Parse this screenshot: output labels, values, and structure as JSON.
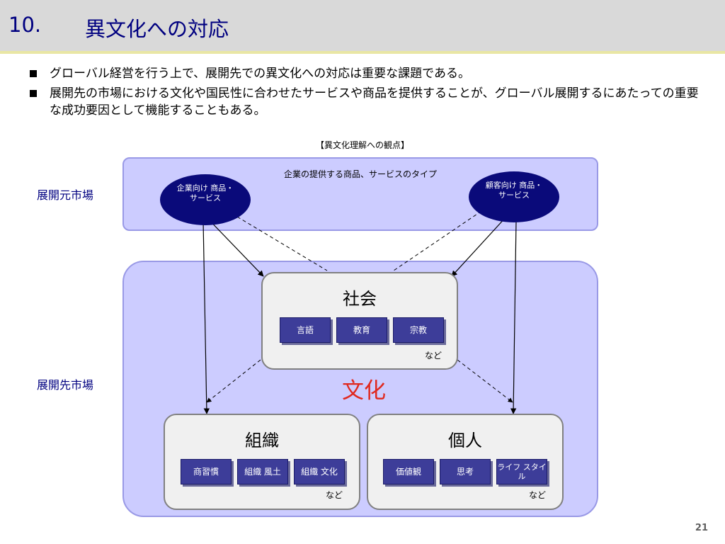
{
  "title": {
    "number": "10.",
    "text": "異文化への対応"
  },
  "bullets": [
    "グローバル経営を行う上で、展開先での異文化への対応は重要な課題である。",
    "展開先の市場における文化や国民性に合わせたサービスや商品を提供することが、グローバル展開するにあたっての重要な成功要因として機能することもある。"
  ],
  "diagram": {
    "caption": "【異文化理解への観点】",
    "top_caption": "企業の提供する商品、サービスのタイプ",
    "origin_market_label": "展開元市場",
    "target_market_label": "展開先市場",
    "b2b": "企業向け 商品・サービス",
    "b2c": "顧客向け 商品・サービス",
    "culture_label": "文化",
    "society": {
      "title": "社会",
      "items": [
        "言語",
        "教育",
        "宗教"
      ],
      "etc": "など"
    },
    "organization": {
      "title": "組織",
      "items": [
        "商習慣",
        "組織 風土",
        "組織 文化"
      ],
      "etc": "など"
    },
    "individual": {
      "title": "個人",
      "items": [
        "価値観",
        "思考",
        "ライフ スタイル"
      ],
      "etc": "など"
    }
  },
  "page_number": "21",
  "colors": {
    "title_text": "#000080",
    "culture": "#e0281e",
    "ellipse": "#0a0a7a",
    "item": "#3d3d99",
    "region_fill": "#ccccff"
  }
}
